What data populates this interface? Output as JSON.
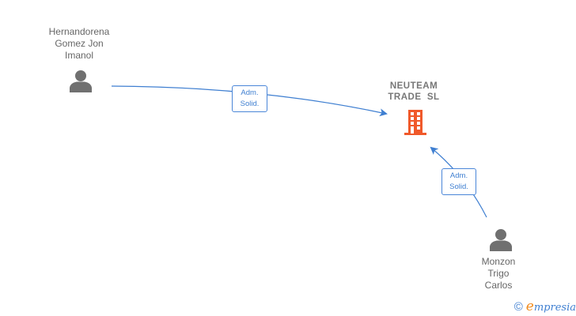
{
  "diagram": {
    "colors": {
      "edge": "#3f7fd1",
      "person": "#707070",
      "company": "#f0592a",
      "label_text": "#666666"
    },
    "nodes": [
      {
        "id": "person-1",
        "type": "person",
        "label_lines": [
          "Hernandorena",
          "Gomez Jon",
          "Imanol"
        ]
      },
      {
        "id": "company-1",
        "type": "company",
        "label_lines": [
          "NEUTEAM",
          "TRADE  SL"
        ]
      },
      {
        "id": "person-2",
        "type": "person",
        "label_lines": [
          "Monzon",
          "Trigo",
          "Carlos"
        ]
      }
    ],
    "edges": [
      {
        "from": "person-1",
        "to": "company-1",
        "label_lines": [
          "Adm.",
          "Solid."
        ]
      },
      {
        "from": "person-2",
        "to": "company-1",
        "label_lines": [
          "Adm.",
          "Solid."
        ]
      }
    ]
  },
  "footer": {
    "copyright_symbol": "©",
    "brand_first": "e",
    "brand_rest": "mpresia"
  }
}
